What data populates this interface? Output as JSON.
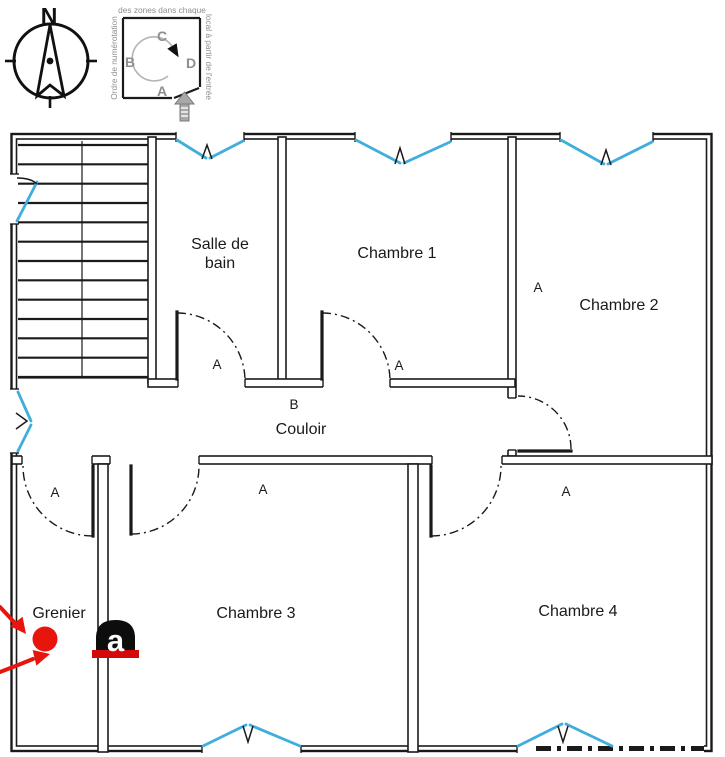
{
  "compass": {
    "label": "N"
  },
  "legend": {
    "top_text": "des zones dans chaque",
    "left_text": "Ordre de numérotation",
    "right_text": "local à partir de l'entrée",
    "zones": [
      "A",
      "B",
      "C",
      "D"
    ]
  },
  "plan": {
    "rooms": [
      {
        "name": "Salle de bain",
        "lines": [
          "Salle de",
          "bain"
        ],
        "zone": "A"
      },
      {
        "name": "Chambre 1",
        "zone": "A"
      },
      {
        "name": "Chambre 2",
        "zone": "A"
      },
      {
        "name": "Couloir",
        "zone": "B"
      },
      {
        "name": "Grenier",
        "zone": "A"
      },
      {
        "name": "Chambre 3",
        "zone": "A"
      },
      {
        "name": "Chambre 4",
        "zone": "A"
      }
    ],
    "stairs": {
      "treads": 13
    }
  },
  "annotations": {
    "logo_letter": "a"
  },
  "colors": {
    "wall": "#1A1A1A",
    "window_blue": "#3FAEDC",
    "marker_red": "#E8150F",
    "logo_red": "#D40A0A",
    "legend_gray": "#8E8E8E"
  }
}
